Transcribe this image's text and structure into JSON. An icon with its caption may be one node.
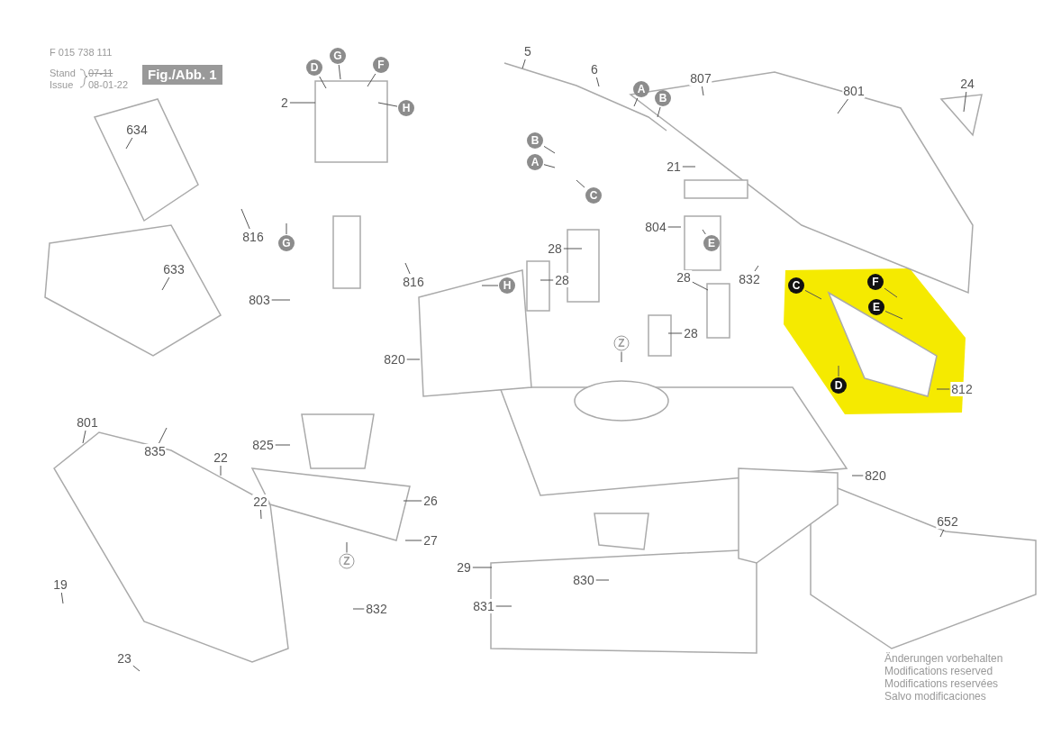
{
  "diagram": {
    "nodes": [
      {
        "text": [
          "634"
        ]
      },
      {
        "text": [
          "816"
        ]
      },
      {
        "text": [
          "G"
        ]
      },
      {
        "text": [
          "D"
        ]
      },
      {
        "text": [
          "G"
        ]
      },
      {
        "text": [
          "F"
        ]
      },
      {
        "text": [
          "2"
        ]
      },
      {
        "text": [
          "H"
        ]
      },
      {
        "text": [
          "803"
        ]
      },
      {
        "text": [
          "825"
        ]
      },
      {
        "text": [
          "633"
        ]
      },
      {
        "text": [
          "835"
        ]
      },
      {
        "text": [
          "801"
        ]
      },
      {
        "text": [
          "22"
        ]
      },
      {
        "text": [
          "22"
        ]
      },
      {
        "text": [
          "26"
        ]
      },
      {
        "text": [
          "27"
        ]
      },
      {
        "text": [
          "19"
        ]
      },
      {
        "text": [
          "23"
        ]
      },
      {
        "text": [
          "832"
        ]
      },
      {
        "text": [
          "Z"
        ]
      },
      {
        "text": [
          "5"
        ]
      },
      {
        "text": [
          "6"
        ]
      },
      {
        "text": [
          "A"
        ]
      },
      {
        "text": [
          "B"
        ]
      },
      {
        "text": [
          "807"
        ]
      },
      {
        "text": [
          "801"
        ]
      },
      {
        "text": [
          "24"
        ]
      },
      {
        "text": [
          "B"
        ]
      },
      {
        "text": [
          "A"
        ]
      },
      {
        "text": [
          "C"
        ]
      },
      {
        "text": [
          "21"
        ]
      },
      {
        "text": [
          "804"
        ]
      },
      {
        "text": [
          "E"
        ]
      },
      {
        "text": [
          "832"
        ]
      },
      {
        "text": [
          "816"
        ]
      },
      {
        "text": [
          "H"
        ]
      },
      {
        "text": [
          "28"
        ]
      },
      {
        "text": [
          "28"
        ]
      },
      {
        "text": [
          "28"
        ]
      },
      {
        "text": [
          "28"
        ]
      },
      {
        "text": [
          "Z"
        ]
      },
      {
        "text": [
          "820"
        ]
      },
      {
        "text": [
          "820"
        ]
      },
      {
        "text": [
          "812"
        ]
      },
      {
        "text": [
          "C"
        ]
      },
      {
        "text": [
          "F"
        ]
      },
      {
        "text": [
          "E"
        ]
      },
      {
        "text": [
          "D"
        ]
      },
      {
        "text": [
          "652"
        ]
      },
      {
        "text": [
          "29"
        ]
      },
      {
        "text": [
          "830"
        ]
      },
      {
        "text": [
          "831"
        ]
      }
    ],
    "edges": [
      {
        "from": 0,
        "to": null,
        "arrow": "none"
      },
      {
        "from": 1,
        "to": null,
        "arrow": "none"
      },
      {
        "from": 2,
        "to": null,
        "arrow": "none"
      },
      {
        "from": 3,
        "to": null,
        "arrow": "none"
      },
      {
        "from": 4,
        "to": null,
        "arrow": "none"
      },
      {
        "from": 5,
        "to": null,
        "arrow": "none"
      },
      {
        "from": 6,
        "to": null,
        "arrow": "none"
      },
      {
        "from": 7,
        "to": null,
        "arrow": "none"
      },
      {
        "from": 8,
        "to": null,
        "arrow": "none"
      },
      {
        "from": 9,
        "to": null,
        "arrow": "none"
      },
      {
        "from": 10,
        "to": null,
        "arrow": "none"
      },
      {
        "from": 11,
        "to": null,
        "arrow": "none"
      },
      {
        "from": 12,
        "to": null,
        "arrow": "none"
      },
      {
        "from": 13,
        "to": null,
        "arrow": "none"
      },
      {
        "from": 14,
        "to": null,
        "arrow": "none"
      },
      {
        "from": 15,
        "to": null,
        "arrow": "none"
      },
      {
        "from": 16,
        "to": null,
        "arrow": "none"
      },
      {
        "from": 17,
        "to": null,
        "arrow": "none"
      },
      {
        "from": 18,
        "to": null,
        "arrow": "none"
      },
      {
        "from": 19,
        "to": null,
        "arrow": "none"
      },
      {
        "from": 20,
        "to": null,
        "arrow": "none"
      },
      {
        "from": 21,
        "to": null,
        "arrow": "none"
      },
      {
        "from": 22,
        "to": null,
        "arrow": "none"
      },
      {
        "from": 23,
        "to": null,
        "arrow": "none"
      },
      {
        "from": 24,
        "to": null,
        "arrow": "none"
      },
      {
        "from": 25,
        "to": null,
        "arrow": "none"
      },
      {
        "from": 26,
        "to": null,
        "arrow": "none"
      },
      {
        "from": 27,
        "to": null,
        "arrow": "none"
      },
      {
        "from": 28,
        "to": null,
        "arrow": "none"
      },
      {
        "from": 29,
        "to": null,
        "arrow": "none"
      },
      {
        "from": 30,
        "to": null,
        "arrow": "none"
      },
      {
        "from": 31,
        "to": null,
        "arrow": "none"
      },
      {
        "from": 32,
        "to": null,
        "arrow": "none"
      },
      {
        "from": 33,
        "to": null,
        "arrow": "none"
      },
      {
        "from": 34,
        "to": null,
        "arrow": "none"
      },
      {
        "from": 35,
        "to": null,
        "arrow": "none"
      },
      {
        "from": 36,
        "to": null,
        "arrow": "none"
      },
      {
        "from": 37,
        "to": null,
        "arrow": "none"
      },
      {
        "from": 38,
        "to": null,
        "arrow": "none"
      },
      {
        "from": 39,
        "to": null,
        "arrow": "none"
      },
      {
        "from": 40,
        "to": null,
        "arrow": "none"
      },
      {
        "from": 41,
        "to": null,
        "arrow": "none"
      },
      {
        "from": 42,
        "to": null,
        "arrow": "none"
      },
      {
        "from": 43,
        "to": null,
        "arrow": "none"
      },
      {
        "from": 44,
        "to": null,
        "arrow": "none"
      },
      {
        "from": 45,
        "to": null,
        "arrow": "none"
      },
      {
        "from": 46,
        "to": null,
        "arrow": "none"
      },
      {
        "from": 47,
        "to": null,
        "arrow": "none"
      },
      {
        "from": 48,
        "to": null,
        "arrow": "none"
      },
      {
        "from": 49,
        "to": null,
        "arrow": "none"
      },
      {
        "from": 50,
        "to": null,
        "arrow": "none"
      },
      {
        "from": 51,
        "to": null,
        "arrow": "none"
      },
      {
        "from": 52,
        "to": null,
        "arrow": "none"
      }
    ],
    "labels": [
      "F 015 738 111",
      "Stand",
      "Issue",
      "07-11",
      "08-01-22",
      "Fig./Abb. 1",
      "Änderungen vorbehalten",
      "Modifications reserved",
      "Modifications reservées",
      "Salvo modificaciones"
    ]
  }
}
